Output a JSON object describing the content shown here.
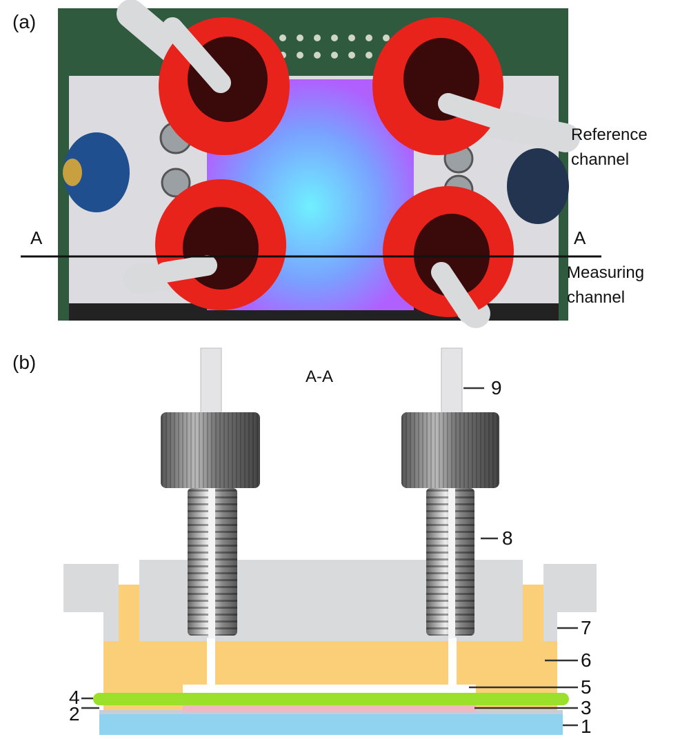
{
  "panel_a": {
    "label": "(a)",
    "section_marker_left": "A",
    "section_marker_right": "A",
    "reference_channel_line1": "Reference",
    "reference_channel_line2": "channel",
    "measuring_channel_line1": "Measuring",
    "measuring_channel_line2": "channel",
    "colors": {
      "fitting": "#e8231c",
      "glow": "#5fe0ff",
      "board": "#2f5a3e",
      "frame": "#dcdce0"
    }
  },
  "panel_b": {
    "label": "(b)",
    "section_title": "A-A",
    "parts": [
      "1",
      "2",
      "3",
      "4",
      "5",
      "6",
      "7",
      "8",
      "9"
    ],
    "colors": {
      "layer1": "#8fd3f0",
      "layer3": "#f0b8c0",
      "layer4": "#9be02a",
      "layer6": "#fbcf78",
      "layer7": "#d9dadc",
      "nut": "#8a8a8a"
    }
  }
}
